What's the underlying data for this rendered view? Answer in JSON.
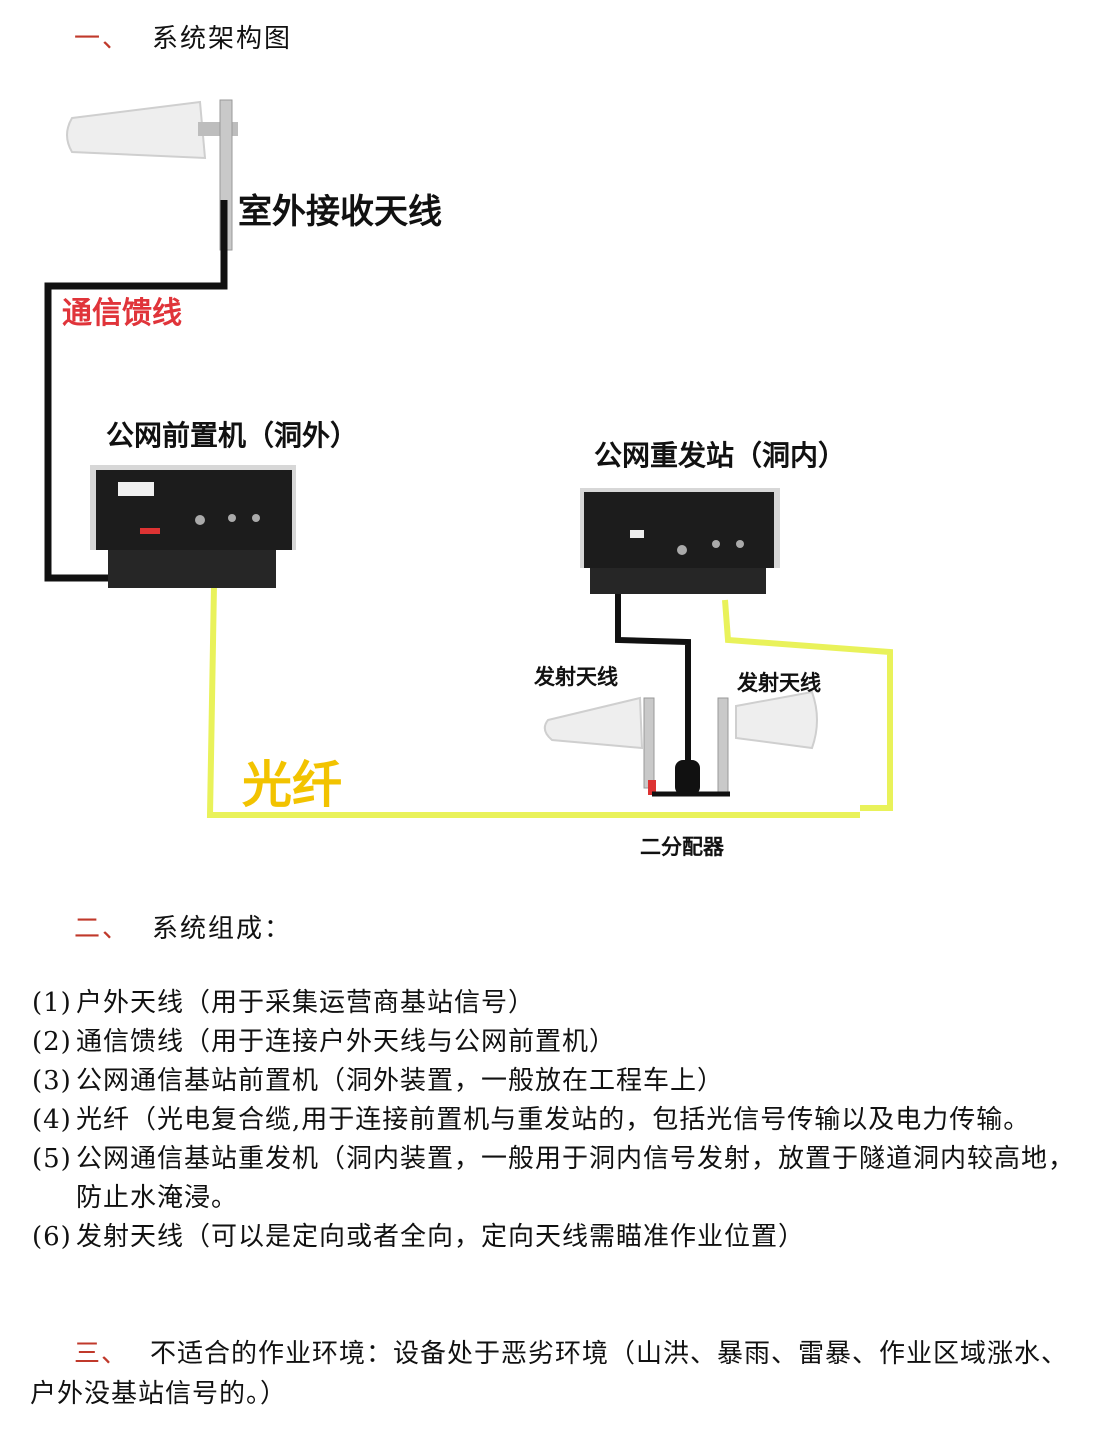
{
  "section1": {
    "num": "一、",
    "title": "系统架构图"
  },
  "diagram": {
    "outdoor_antenna": "室外接收天线",
    "feeder": "通信馈线",
    "front_unit": "公网前置机（洞外）",
    "repeater": "公网重发站（洞内）",
    "tx_antenna_left": "发射天线",
    "tx_antenna_right": "发射天线",
    "fiber": "光纤",
    "splitter": "二分配器"
  },
  "section2": {
    "num": "二、",
    "title": "系统组成："
  },
  "components": [
    {
      "idx": "(1)",
      "text": "户外天线（用于采集运营商基站信号）"
    },
    {
      "idx": "(2)",
      "text": "通信馈线（用于连接户外天线与公网前置机）"
    },
    {
      "idx": "(3)",
      "text": "公网通信基站前置机（洞外装置，一般放在工程车上）"
    },
    {
      "idx": "(4)",
      "text": "光纤（光电复合缆,用于连接前置机与重发站的，包括光信号传输以及电力传输。"
    },
    {
      "idx": "(5)",
      "text": "公网通信基站重发机（洞内装置，一般用于洞内信号发射，放置于隧道洞内较高地，防止水淹浸。"
    },
    {
      "idx": "(6)",
      "text": "发射天线（可以是定向或者全向，定向天线需瞄准作业位置）"
    }
  ],
  "section3": {
    "num": "三、",
    "text": "不适合的作业环境：设备处于恶劣环境（山洪、暴雨、雷暴、作业区域涨水、户外没基站信号的。）"
  }
}
